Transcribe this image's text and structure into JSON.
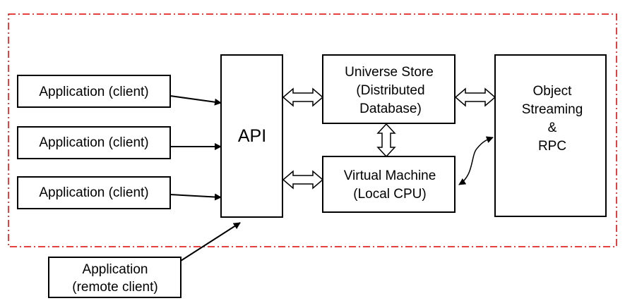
{
  "diagram": {
    "clients": [
      {
        "label": "Application (client)"
      },
      {
        "label": "Application (client)"
      },
      {
        "label": "Application (client)"
      }
    ],
    "remote_client": {
      "line1": "Application",
      "line2": "(remote client)"
    },
    "api": {
      "label": "API"
    },
    "universe_store": {
      "line1": "Universe Store",
      "line2": "(Distributed",
      "line3": "Database)"
    },
    "virtual_machine": {
      "line1": "Virtual Machine",
      "line2": "(Local CPU)"
    },
    "object_streaming": {
      "line1": "Object",
      "line2": "Streaming",
      "line3": "&",
      "line4": "RPC"
    },
    "colors": {
      "boundary": "#e00000",
      "stroke": "#000000",
      "fill": "#ffffff"
    }
  }
}
